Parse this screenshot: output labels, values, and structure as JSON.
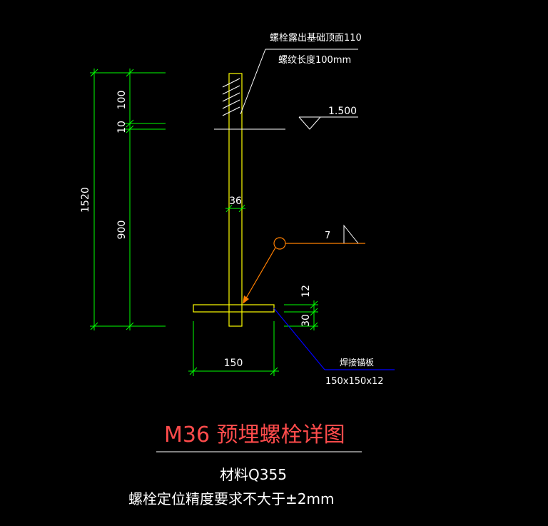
{
  "colors": {
    "background": "#000000",
    "dimension": "#00ff00",
    "bolt": "#ffff00",
    "leader_orange": "#ff7f00",
    "leader_blue": "#0000ff",
    "text_white": "#ffffff",
    "title_red": "#ff4b4b"
  },
  "annotations": {
    "bolt_exposure": "螺栓露出基础顶面110",
    "thread_length": "螺纹长度100mm",
    "elevation": "1.500",
    "weld_size": "7",
    "anchor_plate_label": "焊接锚板",
    "anchor_plate_size": "150x150x12"
  },
  "dimensions": {
    "total_height": "1520",
    "thread": "100",
    "gap": "10",
    "embed": "900",
    "bolt_diameter": "36",
    "plate_thickness": "12",
    "plate_offset": "30",
    "plate_width": "150"
  },
  "title": {
    "main": "M36 预埋螺栓详图",
    "material": "材料Q355",
    "note": "螺栓定位精度要求不大于±2mm"
  }
}
